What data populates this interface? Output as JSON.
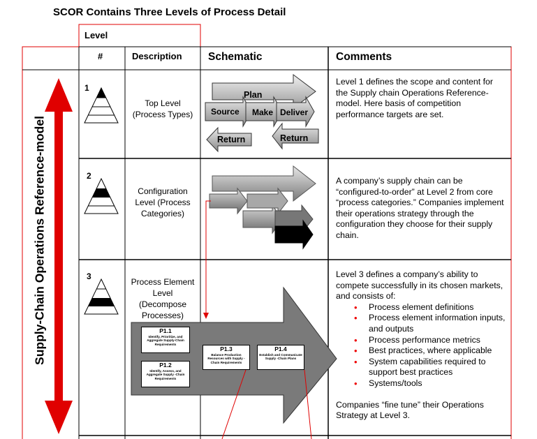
{
  "title": "SCOR Contains Three Levels of Process Detail",
  "headers": {
    "level": "Level",
    "number": "#",
    "description": "Description",
    "schematic": "Schematic",
    "comments": "Comments"
  },
  "side_label": "Supply-Chain Operations Reference-model",
  "rows": [
    {
      "number": "1",
      "description_lines": [
        "Top Level",
        "(Process Types)"
      ],
      "comment": "Level 1 defines the scope and content for the Supply chain Operations Reference-model. Here basis of competition performance targets are set."
    },
    {
      "number": "2",
      "description_lines": [
        "Configuration",
        "Level (Process",
        "Categories)"
      ],
      "comment": "A company’s supply chain can be “configured-to-order” at Level 2 from core “process categories.” Companies implement their operations strategy through the configuration they choose for their supply chain."
    },
    {
      "number": "3",
      "description_lines": [
        "Process Element",
        "Level",
        "(Decompose",
        "Processes)"
      ],
      "comment_intro": "Level 3 defines a company’s ability to compete successfully in its chosen markets, and consists of:",
      "bullets": [
        "Process element definitions",
        "Process element information inputs, and outputs",
        "Process performance metrics",
        "Best practices, where applicable",
        "System capabilities required to support best practices",
        "Systems/tools"
      ],
      "comment_outro": "Companies “fine tune” their Operations Strategy at Level 3."
    }
  ],
  "schematic_level1": {
    "plan": "Plan",
    "source": "Source",
    "make": "Make",
    "deliver": "Deliver",
    "return_left": "Return",
    "return_right": "Return"
  },
  "process_elements": [
    {
      "id": "P1.1",
      "text": "Identify, Prioritize, and Aggregate Supply-Chain Requirements"
    },
    {
      "id": "P1.2",
      "text": "Identify, Assess, and Aggregate Supply -Chain Requirements"
    },
    {
      "id": "P1.3",
      "text": "Balance Production Resources with Supply - Chain Requirements"
    },
    {
      "id": "P1.4",
      "text": "Establish and Communicate Supply -Chain Plans"
    }
  ],
  "colors": {
    "red": "#e00000",
    "grey_arrow": "#777777",
    "level2_dark": "#000000"
  }
}
